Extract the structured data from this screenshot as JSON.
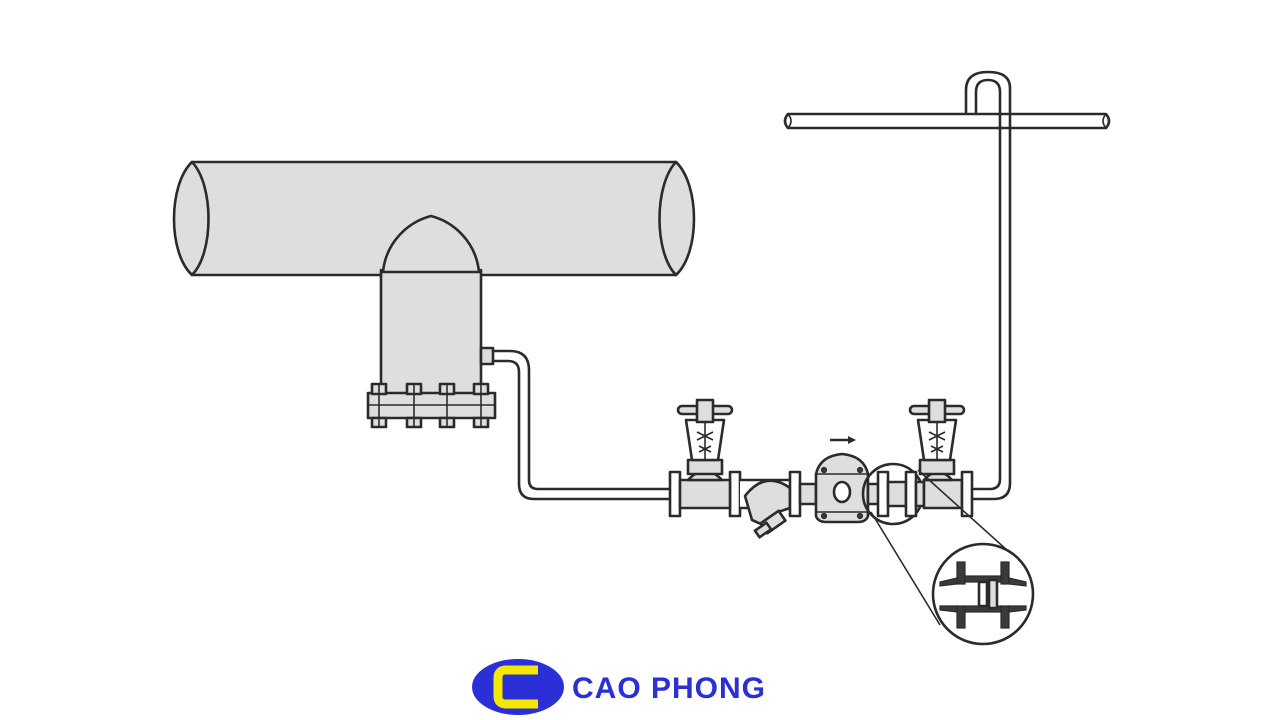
{
  "brand": {
    "name": "CAO PHONG",
    "mark": "C",
    "colors": {
      "primary": "#2b2fd6",
      "accent": "#f5e800",
      "text": "#2b2fd6"
    }
  },
  "diagram": {
    "components": [
      "main-header-pipe",
      "drip-leg-pocket",
      "bolted-blind-flange",
      "condensate-tube",
      "inlet-globe-valve",
      "y-strainer",
      "steam-trap",
      "sight-glass",
      "outlet-globe-valve",
      "return-riser",
      "return-line",
      "sight-glass-detail"
    ],
    "colors": {
      "stroke": "#2b2b2b",
      "fill": "#dedede"
    }
  }
}
